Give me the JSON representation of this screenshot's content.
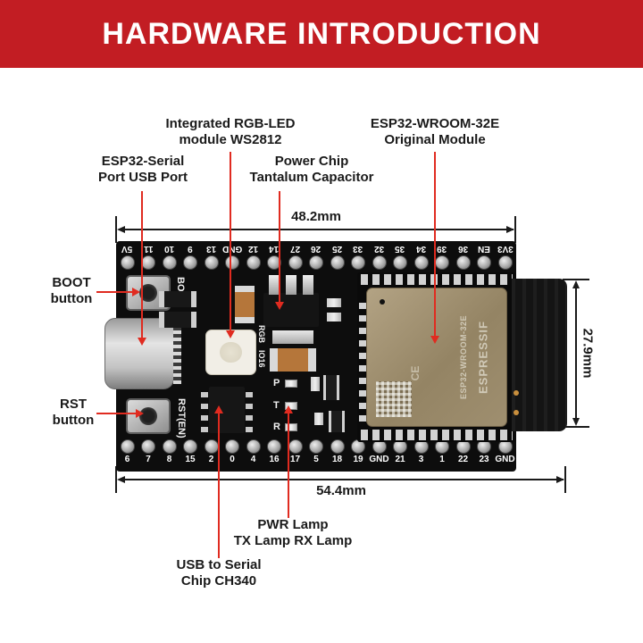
{
  "banner": {
    "title": "HARDWARE INTRODUCTION"
  },
  "annotations": {
    "rgb_led": {
      "line1": "Integrated RGB-LED",
      "line2": "module WS2812"
    },
    "wroom": {
      "line1": "ESP32-WROOM-32E",
      "line2": "Original Module"
    },
    "serial_usb": {
      "line1": "ESP32-Serial",
      "line2": "Port USB Port"
    },
    "power_chip": {
      "line1": "Power Chip",
      "line2": "Tantalum Capacitor"
    },
    "boot": {
      "line1": "BOOT",
      "line2": "button"
    },
    "rst": {
      "line1": "RST",
      "line2": "button"
    },
    "lamps": {
      "line1": "PWR Lamp",
      "line2": "TX Lamp RX Lamp"
    },
    "usb_serial": {
      "line1": "USB to Serial",
      "line2": "Chip CH340"
    }
  },
  "dimensions": {
    "width_top": "48.2mm",
    "width_bottom": "54.4mm",
    "height_right": "27.9mm"
  },
  "board": {
    "top_pins": [
      "5V",
      "11",
      "10",
      "9",
      "13",
      "GND",
      "12",
      "14",
      "27",
      "26",
      "25",
      "33",
      "32",
      "35",
      "34",
      "39",
      "36",
      "EN",
      "3V3"
    ],
    "bottom_pins": [
      "6",
      "7",
      "8",
      "15",
      "2",
      "0",
      "4",
      "16",
      "17",
      "5",
      "18",
      "19",
      "GND",
      "21",
      "3",
      "1",
      "22",
      "23",
      "GND"
    ],
    "silkscreen": {
      "boot": "BOOT",
      "rst_en": "RST(EN)",
      "rgb": "RGB",
      "io16": "IO16",
      "pwr_lamp": "P",
      "tx_lamp": "T",
      "rx_lamp": "R"
    },
    "module": {
      "brand": "ESPRESSIF",
      "model": "ESP32-WROOM-32E",
      "ce_mark": "CE"
    }
  },
  "colors": {
    "banner_red": "#c21d23",
    "annotation_red": "#e02b20",
    "pcb_black": "#0d0d0d",
    "shield_gold": "#9c8c6d",
    "dimension_black": "#1a1a1a"
  }
}
